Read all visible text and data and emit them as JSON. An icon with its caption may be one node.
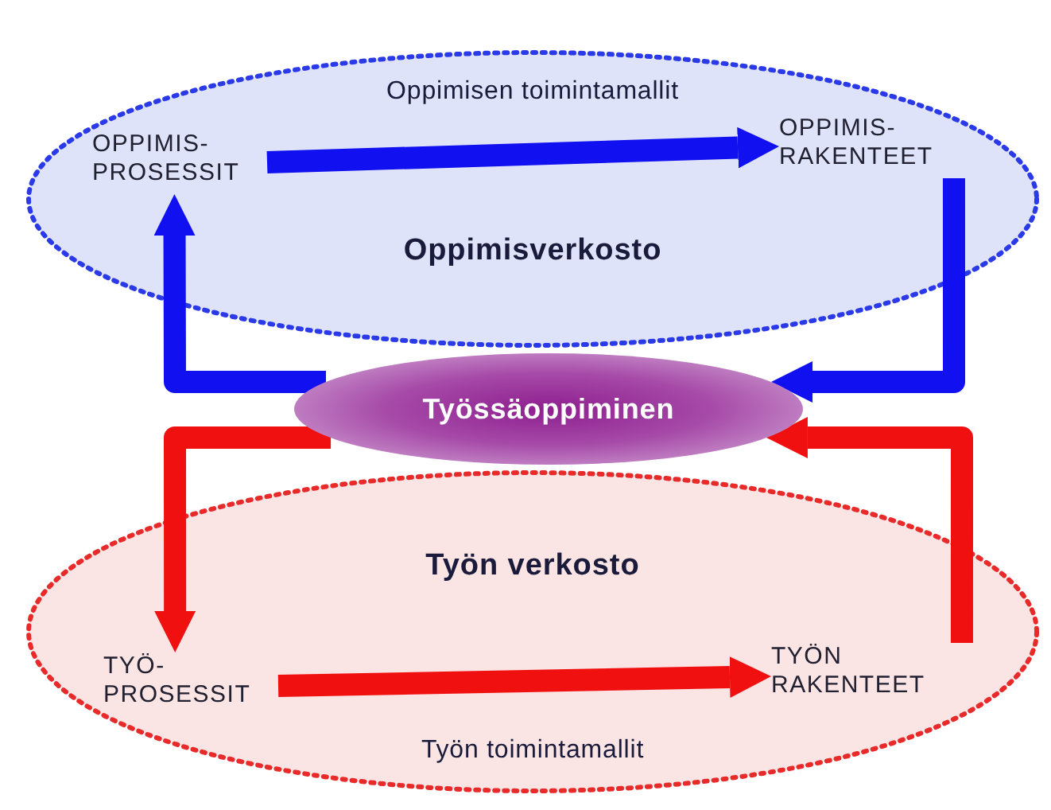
{
  "diagram": {
    "nodes": [
      {
        "text": [
          "Oppimisen toimintamallit",
          "Oppimisverkosto"
        ]
      },
      {
        "text": [
          "OPPIMIS- PROSESSIT"
        ],
        "in": 0
      },
      {
        "text": [
          "OPPIMIS- RAKENTEET"
        ],
        "in": 0
      },
      {
        "text": [
          "Työssäoppiminen"
        ]
      },
      {
        "text": [
          "Työn verkosto",
          "Työn toimintamallit"
        ]
      },
      {
        "text": [
          "TYÖ- PROSESSIT"
        ],
        "in": 4
      },
      {
        "text": [
          "TYÖN RAKENTEET"
        ],
        "in": 4
      }
    ],
    "edges": [
      {
        "from": 1,
        "to": 2,
        "arrow": "to",
        "color": "#1010f0"
      },
      {
        "from": 2,
        "to": 3,
        "arrow": "to",
        "color": "#1010f0"
      },
      {
        "from": 3,
        "to": 1,
        "arrow": "to",
        "color": "#1010f0"
      },
      {
        "from": 3,
        "to": 5,
        "arrow": "to",
        "color": "#f01010"
      },
      {
        "from": 5,
        "to": 6,
        "arrow": "to",
        "color": "#f01010"
      },
      {
        "from": 6,
        "to": 3,
        "arrow": "to",
        "color": "#f01010"
      }
    ]
  }
}
